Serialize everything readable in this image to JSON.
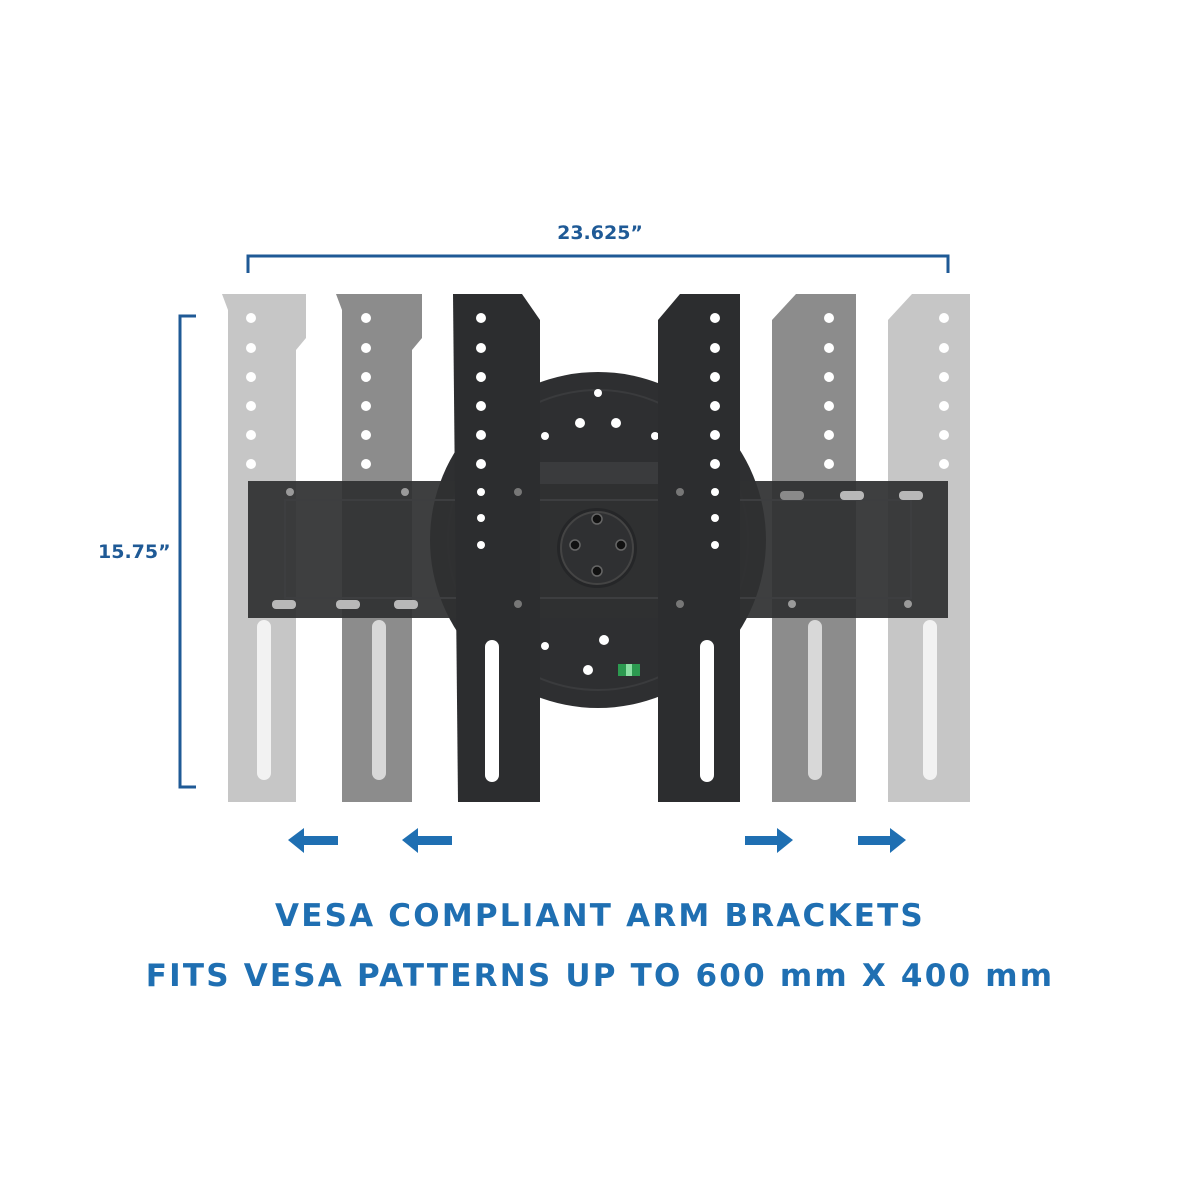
{
  "dimensions": {
    "width": "23.625”",
    "height": "15.75”"
  },
  "captions": {
    "line1": "VESA COMPLIANT ARM BRACKETS",
    "line2": "FITS VESA PATTERNS UP TO 600 mm X 400 mm"
  },
  "colors": {
    "dimension_line": "#1f5a96",
    "arrow": "#1f6fb2",
    "caption": "#1f6fb2",
    "bracket_dark": "#2c2d2f",
    "bracket_mid": "#8a8a8a",
    "bracket_light": "#c6c6c6"
  },
  "icons": [
    "arrow-left-icon",
    "arrow-left-icon",
    "arrow-right-icon",
    "arrow-right-icon",
    "bubble-level-icon"
  ]
}
